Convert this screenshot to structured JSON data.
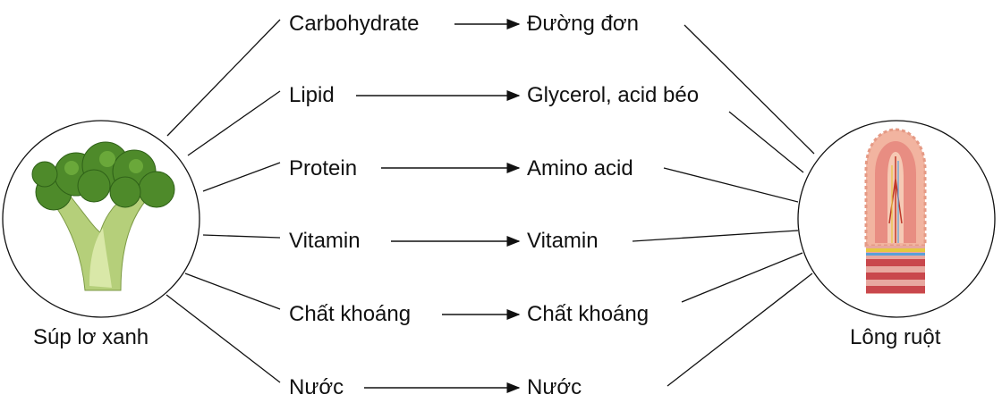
{
  "left": {
    "label": "Súp lơ xanh",
    "icon": "broccoli"
  },
  "right": {
    "label": "Lông ruột",
    "icon": "intestinal-villus"
  },
  "rows": [
    {
      "nutrient": "Carbohydrate",
      "product": "Đường đơn"
    },
    {
      "nutrient": "Lipid",
      "product": "Glycerol, acid béo"
    },
    {
      "nutrient": "Protein",
      "product": "Amino acid"
    },
    {
      "nutrient": "Vitamin",
      "product": "Vitamin"
    },
    {
      "nutrient": "Chất khoáng",
      "product": "Chất khoáng"
    },
    {
      "nutrient": "Nước",
      "product": "Nước"
    }
  ]
}
